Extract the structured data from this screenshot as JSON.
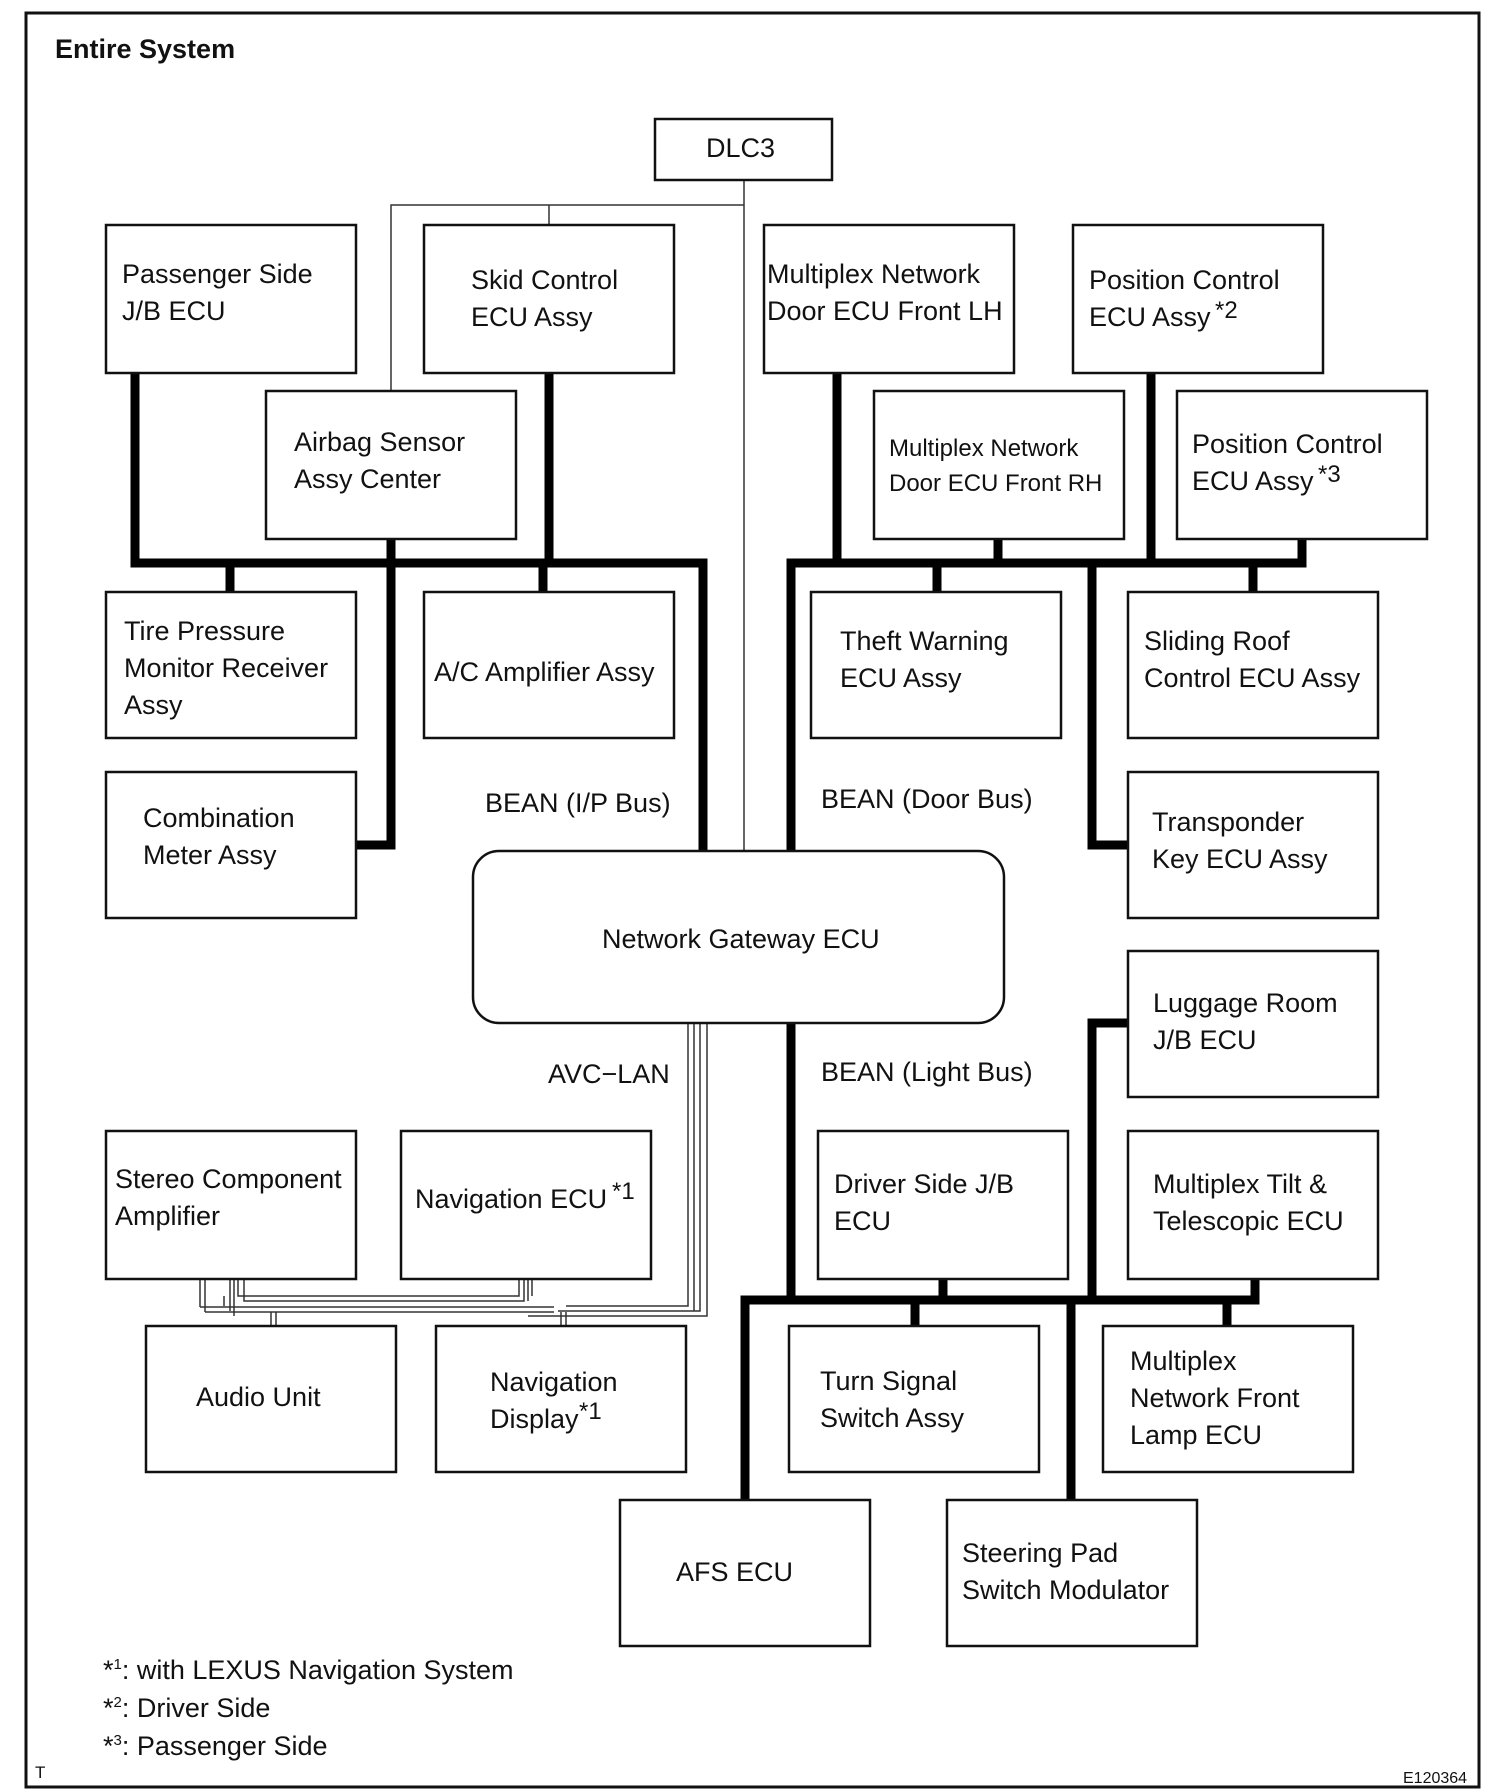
{
  "title": "Entire System",
  "figure_code": "E120364",
  "corner_mark": "T",
  "bus_labels": {
    "ip_bus": "BEAN (I/P Bus)",
    "door_bus": "BEAN (Door Bus)",
    "light_bus": "BEAN (Light Bus)",
    "avc_lan": "AVC−LAN"
  },
  "nodes": {
    "dlc3": [
      "DLC3"
    ],
    "passenger_jb": [
      "Passenger Side",
      "J/B ECU"
    ],
    "skid_control": [
      "Skid Control",
      "ECU Assy"
    ],
    "airbag": [
      "Airbag Sensor",
      "Assy Center"
    ],
    "tire_pressure": [
      "Tire Pressure",
      "Monitor Receiver",
      "Assy"
    ],
    "ac_amp": [
      "A/C Amplifier Assy"
    ],
    "combination_meter": [
      "Combination",
      "Meter Assy"
    ],
    "door_lh": [
      "Multiplex Network",
      "Door ECU Front LH"
    ],
    "door_rh": [
      "Multiplex Network",
      "Door ECU Front RH"
    ],
    "position_control_2": [
      "Position Control",
      "ECU Assy"
    ],
    "position_control_3": [
      "Position Control",
      "ECU Assy"
    ],
    "theft_warning": [
      "Theft Warning",
      "ECU Assy"
    ],
    "sliding_roof": [
      "Sliding Roof",
      "Control ECU Assy"
    ],
    "transponder": [
      "Transponder",
      "Key ECU Assy"
    ],
    "gateway": [
      "Network Gateway ECU"
    ],
    "luggage_jb": [
      "Luggage Room",
      "J/B ECU"
    ],
    "stereo_amp": [
      "Stereo Component",
      "Amplifier"
    ],
    "navigation_ecu": [
      "Navigation ECU"
    ],
    "driver_jb": [
      "Driver Side J/B",
      "ECU"
    ],
    "tilt_telescopic": [
      "Multiplex Tilt &",
      "Telescopic ECU"
    ],
    "audio_unit": [
      "Audio Unit"
    ],
    "navigation_display": [
      "Navigation",
      "Display"
    ],
    "turn_signal": [
      "Turn Signal",
      "Switch Assy"
    ],
    "front_lamp": [
      "Multiplex",
      "Network Front",
      "Lamp ECU"
    ],
    "afs": [
      "AFS ECU"
    ],
    "steering_pad": [
      "Steering Pad",
      "Switch Modulator"
    ]
  },
  "superscripts": {
    "s1": "*1",
    "s2": "*2",
    "s3": "*3"
  },
  "footnotes": [
    {
      "mark": "*",
      "num": "1",
      "text": ": with LEXUS Navigation System"
    },
    {
      "mark": "*",
      "num": "2",
      "text": ": Driver Side"
    },
    {
      "mark": "*",
      "num": "3",
      "text": ": Passenger Side"
    }
  ]
}
